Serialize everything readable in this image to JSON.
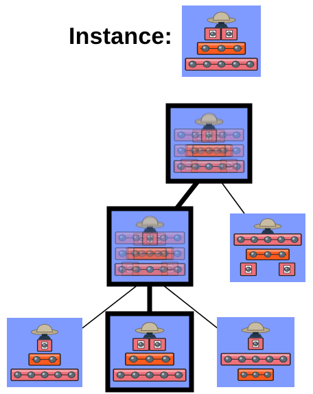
{
  "instance": {
    "label": "Instance:",
    "target_icon": "stacked-robot-icon"
  },
  "tree": {
    "nodes": [
      {
        "id": "root",
        "icon": "blended-robot-icon",
        "blend": true,
        "highlighted": true
      },
      {
        "id": "mid",
        "icon": "blended-robot-icon",
        "blend": true,
        "highlighted": true
      },
      {
        "id": "mid-right",
        "icon": "h-frame-robot-icon",
        "blend": false,
        "highlighted": false
      },
      {
        "id": "leaf-left",
        "icon": "pyramid-robot-icon",
        "blend": false,
        "highlighted": false
      },
      {
        "id": "leaf-center",
        "icon": "stacked-robot-icon",
        "blend": false,
        "highlighted": true
      },
      {
        "id": "leaf-right",
        "icon": "inverted-pyramid-robot-icon",
        "blend": false,
        "highlighted": false
      }
    ],
    "edges": [
      {
        "from": "root",
        "to": "mid",
        "highlighted": true
      },
      {
        "from": "root",
        "to": "mid-right",
        "highlighted": false
      },
      {
        "from": "mid",
        "to": "leaf-left",
        "highlighted": false
      },
      {
        "from": "mid",
        "to": "leaf-center",
        "highlighted": true
      },
      {
        "from": "mid",
        "to": "leaf-right",
        "highlighted": false
      }
    ]
  },
  "colors": {
    "tile_bg": "#7f9bff",
    "salmon_block": "#f0707a",
    "orange_block": "#ff5a1e",
    "hat": "#b7aa8e",
    "neck": "#1a2a3a",
    "bolt": "#5e6a72",
    "outline": "#000000",
    "highlight_border": "#000000"
  }
}
